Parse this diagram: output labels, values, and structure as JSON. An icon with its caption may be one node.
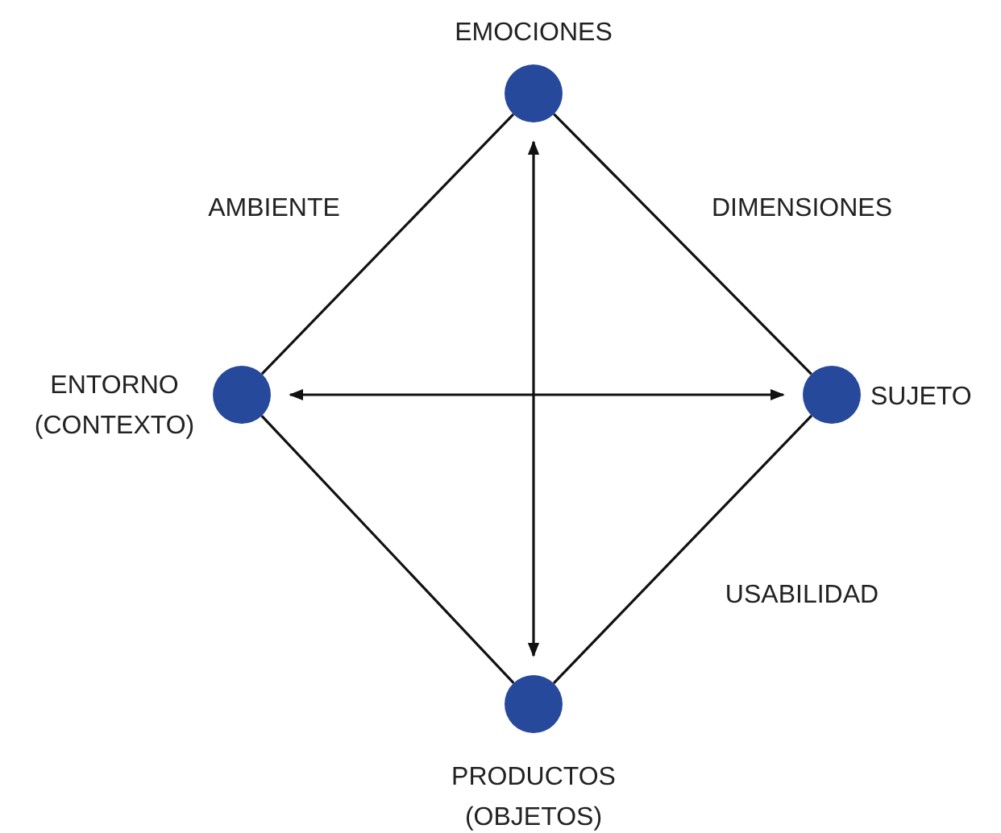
{
  "diagram": {
    "nodes": [
      {
        "text": [],
        "shape": "circle",
        "beside": [
          "EMOCIONES"
        ]
      },
      {
        "text": [],
        "shape": "circle",
        "beside": [
          "SUJETO"
        ]
      },
      {
        "text": [],
        "shape": "circle",
        "beside": [
          "PRODUCTOS (OBJETOS)"
        ]
      },
      {
        "text": [],
        "shape": "circle",
        "beside": [
          "ENTORNO (CONTEXTO)"
        ]
      }
    ],
    "edges": [
      {
        "from": 0,
        "to": 1,
        "arrow": "none"
      },
      {
        "from": 1,
        "to": 2,
        "arrow": "none"
      },
      {
        "from": 2,
        "to": 3,
        "arrow": "none"
      },
      {
        "from": 3,
        "to": 0,
        "arrow": "none"
      },
      {
        "from": 0,
        "to": 2,
        "arrow": "both"
      },
      {
        "from": 3,
        "to": 1,
        "arrow": "both"
      }
    ],
    "labels": [
      "AMBIENTE",
      "DIMENSIONES",
      "USABILIDAD"
    ]
  }
}
